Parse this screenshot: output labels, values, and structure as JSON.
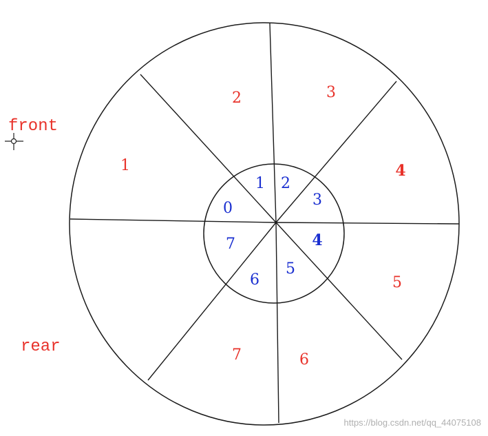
{
  "labels": {
    "front": "front",
    "rear": "rear"
  },
  "outer_sectors": [
    "1",
    "2",
    "3",
    "4",
    "5",
    "6",
    "7"
  ],
  "inner_sectors": [
    "0",
    "1",
    "2",
    "3",
    "4",
    "5",
    "6",
    "7"
  ],
  "watermark": "https://blog.csdn.net/qq_44075108",
  "icons": {
    "cursor": "crosshair-cursor-icon"
  },
  "colors": {
    "outer_labels": "#e8322a",
    "inner_labels": "#1a2fd0",
    "lines": "#1a1a1a",
    "watermark": "#b0b0b0"
  }
}
